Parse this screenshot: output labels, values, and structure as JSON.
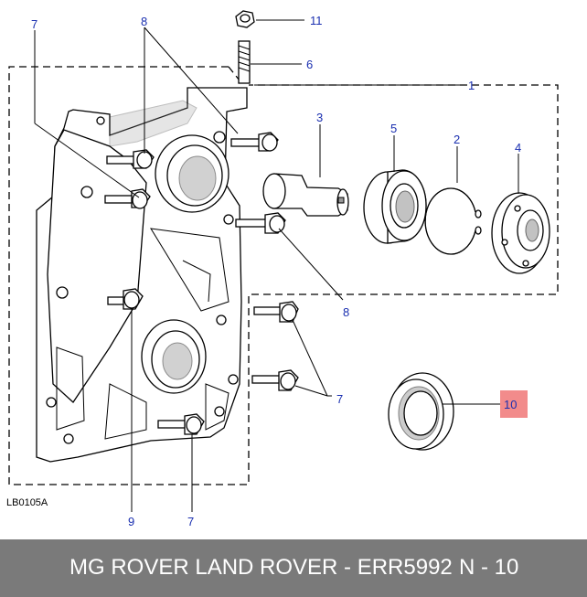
{
  "diagram": {
    "reference": "LB0105A",
    "callouts": {
      "c1": "1",
      "c2": "2",
      "c3": "3",
      "c4": "4",
      "c5": "5",
      "c6": "6",
      "c7a": "7",
      "c7b": "7",
      "c7c": "7",
      "c8a": "8",
      "c8b": "8",
      "c9": "9",
      "c10": "10",
      "c11": "11"
    },
    "colors": {
      "callout": "#1a2fb0",
      "highlight": "#f28b8b",
      "footer_bg": "#7a7a7a"
    }
  },
  "footer": {
    "title": "MG ROVER LAND ROVER - ERR5992",
    "part_number": "N - 10"
  }
}
